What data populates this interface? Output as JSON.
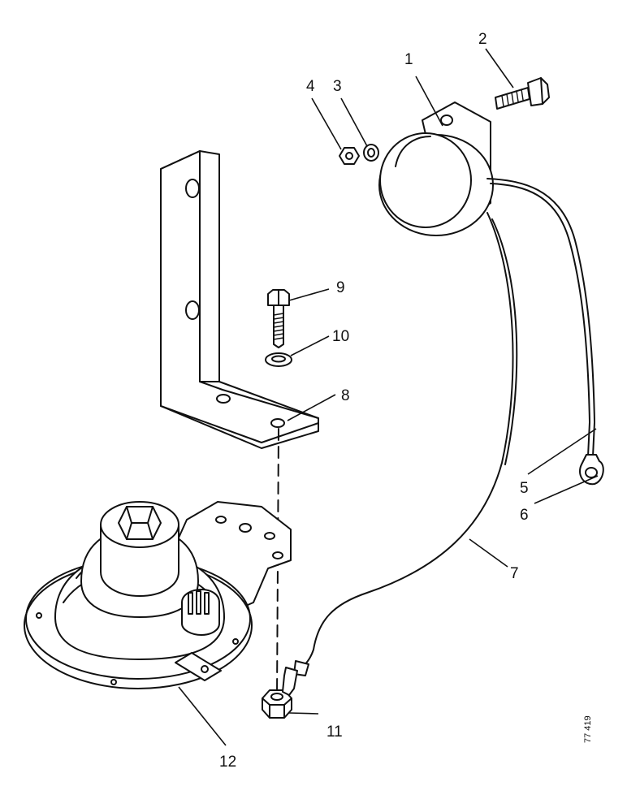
{
  "callouts": [
    "1",
    "2",
    "3",
    "4",
    "5",
    "6",
    "7",
    "8",
    "9",
    "10",
    "11",
    "12"
  ],
  "reference_number": "77 419"
}
